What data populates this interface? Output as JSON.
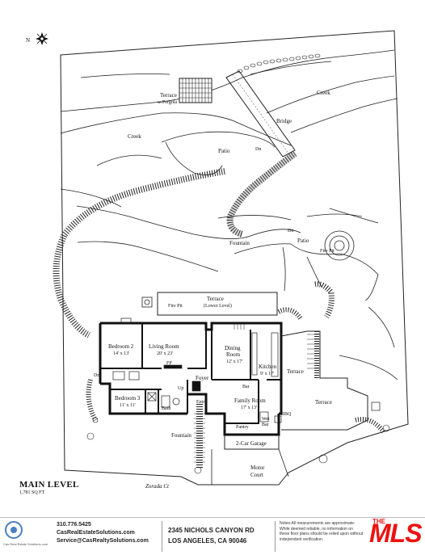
{
  "plan": {
    "compass": "N",
    "labels": {
      "terrace_pergola_1": "Terrace",
      "terrace_pergola_2": "w/Pergola",
      "creek_right": "Creek",
      "creek_left": "Creek",
      "bridge": "Bridge",
      "patio_top": "Patio",
      "dn_patio": "Dn",
      "fountain_mid": "Fountain",
      "patio_right": "Patio",
      "fire_pit": "Fire Pit",
      "dn_right": "Dn",
      "terrace_lower_1": "Terrace",
      "terrace_lower_2": "(Lower Level)",
      "fire_pit_2": "Fire Pit",
      "bedroom2_name": "Bedroom 2",
      "bedroom2_size": "14' x 13'",
      "living_name": "Living Room",
      "living_size": "20' x 23'",
      "dining_name": "Dining",
      "dining_name2": "Room",
      "dining_size": "12' x 17'",
      "kitchen_name": "Kitchen",
      "kitchen_size": "9' x 17'",
      "terrace_right": "Terrace",
      "terrace_right2": "Terrace",
      "bedroom3_name": "Bedroom 3",
      "bedroom3_size": "11' x 11'",
      "foyer": "Foyer",
      "entry": "Entry",
      "bath": "Bath",
      "family_name": "Family Room",
      "family_size": "17' x 13'",
      "wet_bar_1": "Wet",
      "wet_bar_2": "Bar",
      "bbq": "BBQ",
      "pantry": "Pantry",
      "bar": "Bar",
      "fountain_bottom": "Fountain",
      "garage": "2-Car Garage",
      "motor_1": "Motor",
      "motor_2": "Court",
      "street": "Zorada Ct",
      "fp": "FP",
      "up": "Up",
      "dn": "Dn"
    }
  },
  "title": {
    "main": "MAIN LEVEL",
    "sqft": "1,781 SQ FT"
  },
  "footer": {
    "logo_text": "Cas Real Estate Solutions.com",
    "phone": "310.776.5425",
    "website": "CasRealEstateSolutions.com",
    "email": "Service@CasRealtySolutions.com",
    "address_line1": "2345 NICHOLS CANYON RD",
    "address_line2": "LOS ANGELES, CA 90046",
    "notes": "Notes:All measurements are approximate. While deemed reliable, no information on these floor plans should be relied upon without independent verification.",
    "mls_the": "THE",
    "mls": "MLS"
  }
}
